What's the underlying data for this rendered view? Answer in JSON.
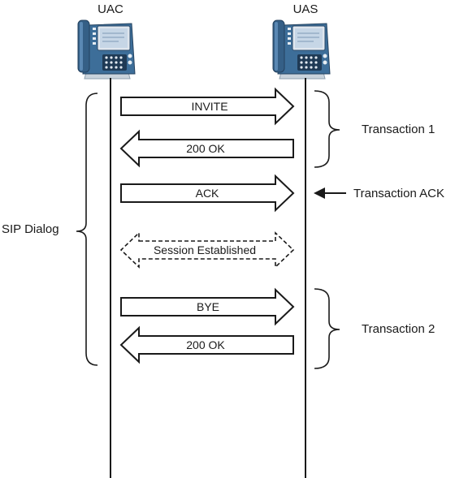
{
  "endpoints": {
    "uac": "UAC",
    "uas": "UAS"
  },
  "messages": [
    {
      "label": "INVITE",
      "direction": "right",
      "style": "solid"
    },
    {
      "label": "200 OK",
      "direction": "left",
      "style": "solid"
    },
    {
      "label": "ACK",
      "direction": "right",
      "style": "solid"
    },
    {
      "label": "Session Established",
      "direction": "both",
      "style": "dashed"
    },
    {
      "label": "BYE",
      "direction": "right",
      "style": "solid"
    },
    {
      "label": "200 OK",
      "direction": "left",
      "style": "solid"
    }
  ],
  "annotations": {
    "dialog": "SIP Dialog",
    "transaction1": "Transaction 1",
    "transaction_ack": "Transaction ACK",
    "transaction2": "Transaction 2"
  },
  "icons": {
    "uac_device": "ip-phone-icon",
    "uas_device": "ip-phone-icon"
  },
  "colors": {
    "phone_body": "#3d6e99",
    "phone_handset": "#355f86",
    "phone_screen": "#c6d6e6",
    "phone_keypad": "#1f3a55",
    "phone_stand": "#c9d3dc",
    "lines": "#1a1a1a",
    "arrow_fill": "#ffffff"
  }
}
